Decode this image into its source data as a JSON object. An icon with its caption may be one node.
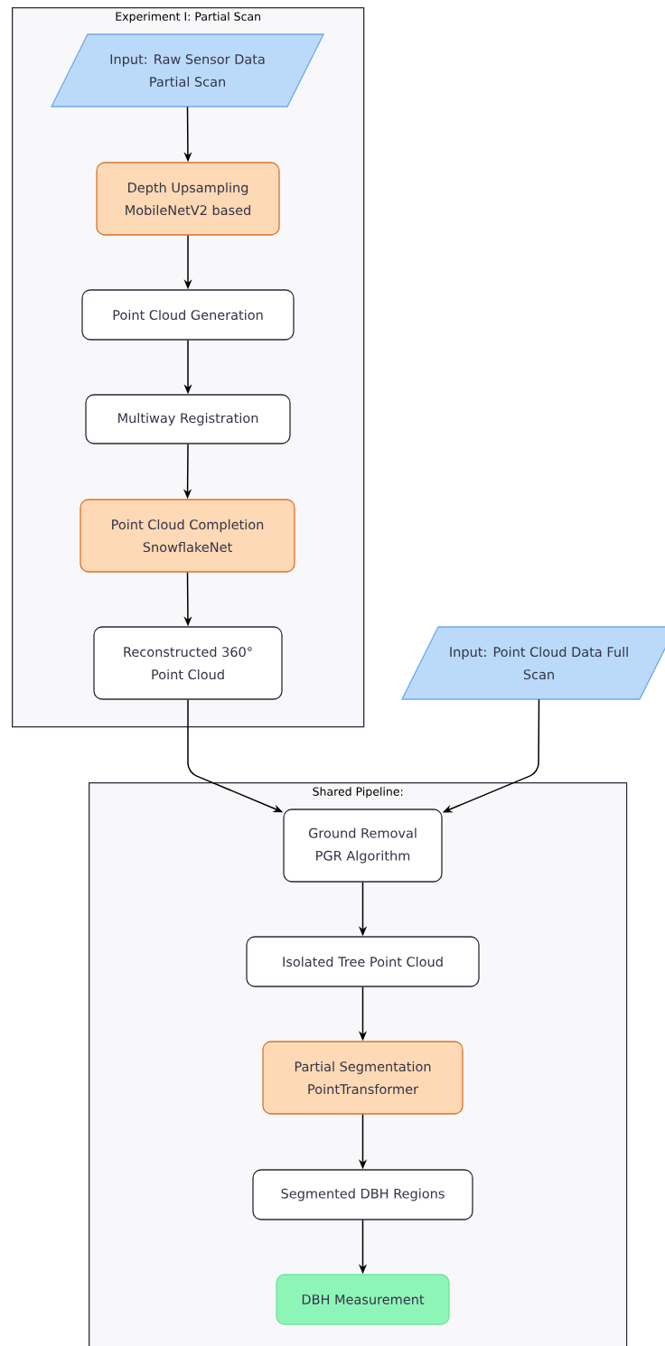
{
  "diagram": {
    "nodes": [
      {
        "text": [
          "Experiment I: Partial Scan"
        ]
      },
      {
        "text": [
          "Input: Raw Sensor Data Partial Scan"
        ],
        "in": 0
      },
      {
        "text": [
          "Depth Upsampling MobileNetV2 based"
        ],
        "in": 0
      },
      {
        "text": [
          "Point Cloud Generation"
        ],
        "in": 0
      },
      {
        "text": [
          "Multiway Registration"
        ],
        "in": 0
      },
      {
        "text": [
          "Point Cloud Completion SnowflakeNet"
        ],
        "in": 0
      },
      {
        "text": [
          "Reconstructed 360° Point Cloud"
        ],
        "in": 0
      },
      {
        "text": [
          "Input: Point Cloud Data Full Scan"
        ]
      },
      {
        "text": [
          "Shared Pipeline:"
        ]
      },
      {
        "text": [
          "Ground Removal PGR Algorithm"
        ],
        "in": 8
      },
      {
        "text": [
          "Isolated Tree Point Cloud"
        ],
        "in": 8
      },
      {
        "text": [
          "Partial Segmentation PointTransformer"
        ],
        "in": 8
      },
      {
        "text": [
          "Segmented DBH Regions"
        ],
        "in": 8
      },
      {
        "text": [
          "DBH Measurement"
        ],
        "in": 8
      }
    ],
    "edges": [
      {
        "from": 1,
        "to": 2,
        "arrow": "to"
      },
      {
        "from": 2,
        "to": 3,
        "arrow": "to"
      },
      {
        "from": 3,
        "to": 4,
        "arrow": "to"
      },
      {
        "from": 4,
        "to": 5,
        "arrow": "to"
      },
      {
        "from": 5,
        "to": 6,
        "arrow": "to"
      },
      {
        "from": 6,
        "to": 9,
        "arrow": "to"
      },
      {
        "from": 7,
        "to": 9,
        "arrow": "to"
      },
      {
        "from": 9,
        "to": 10,
        "arrow": "to"
      },
      {
        "from": 10,
        "to": 11,
        "arrow": "to"
      },
      {
        "from": 11,
        "to": 12,
        "arrow": "to"
      },
      {
        "from": 12,
        "to": 13,
        "arrow": "to"
      }
    ]
  }
}
